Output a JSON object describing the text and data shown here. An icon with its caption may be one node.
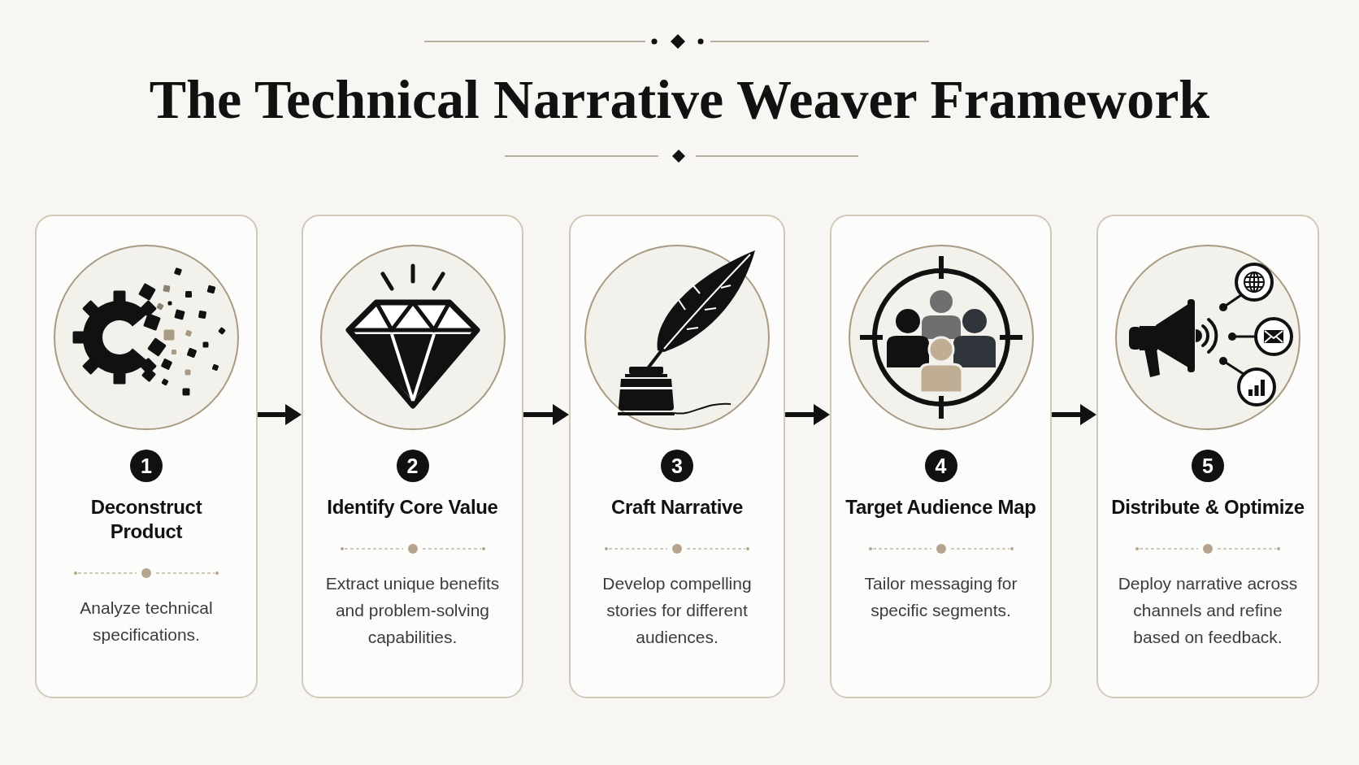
{
  "diagram": {
    "title": "The Technical Narrative Weaver Framework",
    "nodes": [
      {
        "text": [
          "1",
          "Deconstruct Product",
          "Analyze technical specifications."
        ]
      },
      {
        "text": [
          "2",
          "Identify Core Value",
          "Extract unique benefits and problem-solving capabilities."
        ]
      },
      {
        "text": [
          "3",
          "Craft Narrative",
          "Develop compelling stories for different audiences."
        ]
      },
      {
        "text": [
          "4",
          "Target Audience Map",
          "Tailor messaging for specific segments."
        ]
      },
      {
        "text": [
          "5",
          "Distribute & Optimize",
          "Deploy narrative across channels and refine based on feedback."
        ]
      }
    ],
    "edges": [
      {
        "from": 0,
        "to": 1,
        "arrow": "to"
      },
      {
        "from": 1,
        "to": 2,
        "arrow": "to"
      },
      {
        "from": 2,
        "to": 3,
        "arrow": "to"
      },
      {
        "from": 3,
        "to": 4,
        "arrow": "to"
      }
    ]
  }
}
